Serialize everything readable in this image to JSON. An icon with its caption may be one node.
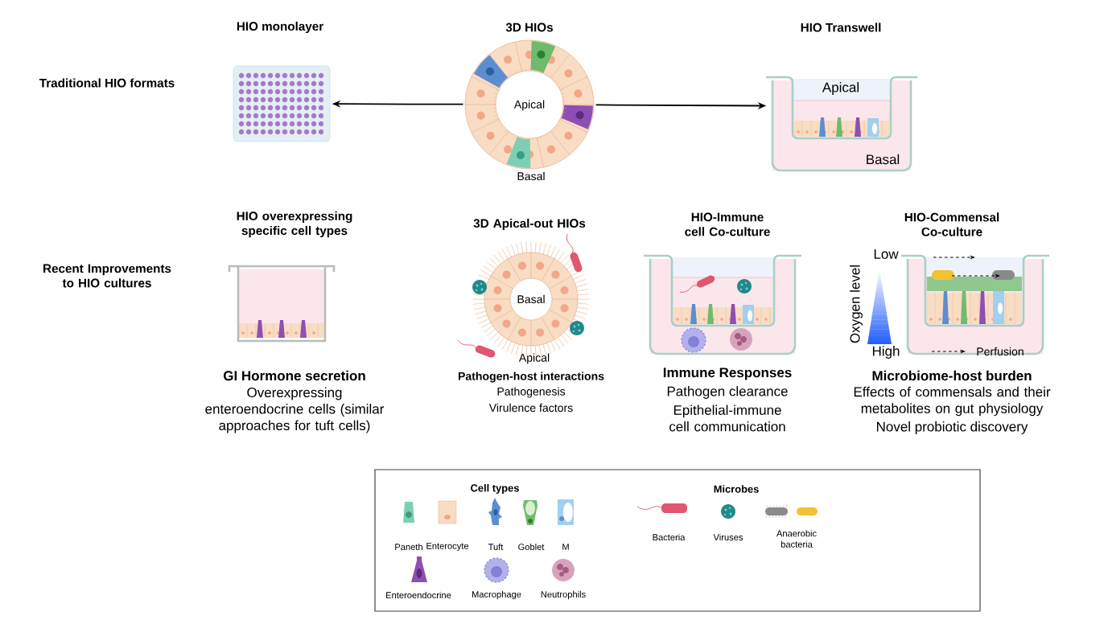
{
  "diagram": {
    "nodes": [
      {
        "text": [
          "HIO monolayer"
        ]
      },
      {
        "text": [
          "3D HIOs",
          "Apical",
          "Basal"
        ]
      },
      {
        "text": [
          "HIO Transwell",
          "Apical",
          "Basal"
        ]
      }
    ],
    "edges": [
      {
        "from": 1,
        "to": 0,
        "arrow": "to"
      },
      {
        "from": 1,
        "to": 2,
        "arrow": "to"
      }
    ],
    "labels": [
      "Traditional HIO formats",
      "HIO overexpressing specific cell types",
      "3D Apical-out HIOs",
      "HIO-Immune cell Co-culture",
      "HIO-Commensal Co-culture",
      "Recent Improvements to HIO cultures",
      "Basal",
      "Apical",
      "Low",
      "Oxygen level",
      "High",
      "Perfusion",
      "GI Hormone secretion",
      "Overexpressing enteroendocrine cells (similar approaches for tuft cells)",
      "Pathogen-host interactions",
      "Pathogenesis",
      "Virulence factors",
      "Immune Responses",
      "Pathogen clearance",
      "Epithelial-immune cell communication",
      "Microbiome-host burden",
      "Effects of commensals and their metabolites on gut physiology",
      "Novel probiotic discovery",
      "Cell types",
      "Microbes"
    ],
    "legend": [
      {
        "text": "Paneth"
      },
      {
        "text": "Enterocyte"
      },
      {
        "text": "Tuft"
      },
      {
        "text": "Goblet"
      },
      {
        "text": "M"
      },
      {
        "text": "Enteroendocrine"
      },
      {
        "text": "Macrophage"
      },
      {
        "text": "Neutrophils"
      },
      {
        "text": "Bacteria"
      },
      {
        "text": "Viruses"
      },
      {
        "text": "Anaerobic bacteria"
      }
    ]
  }
}
